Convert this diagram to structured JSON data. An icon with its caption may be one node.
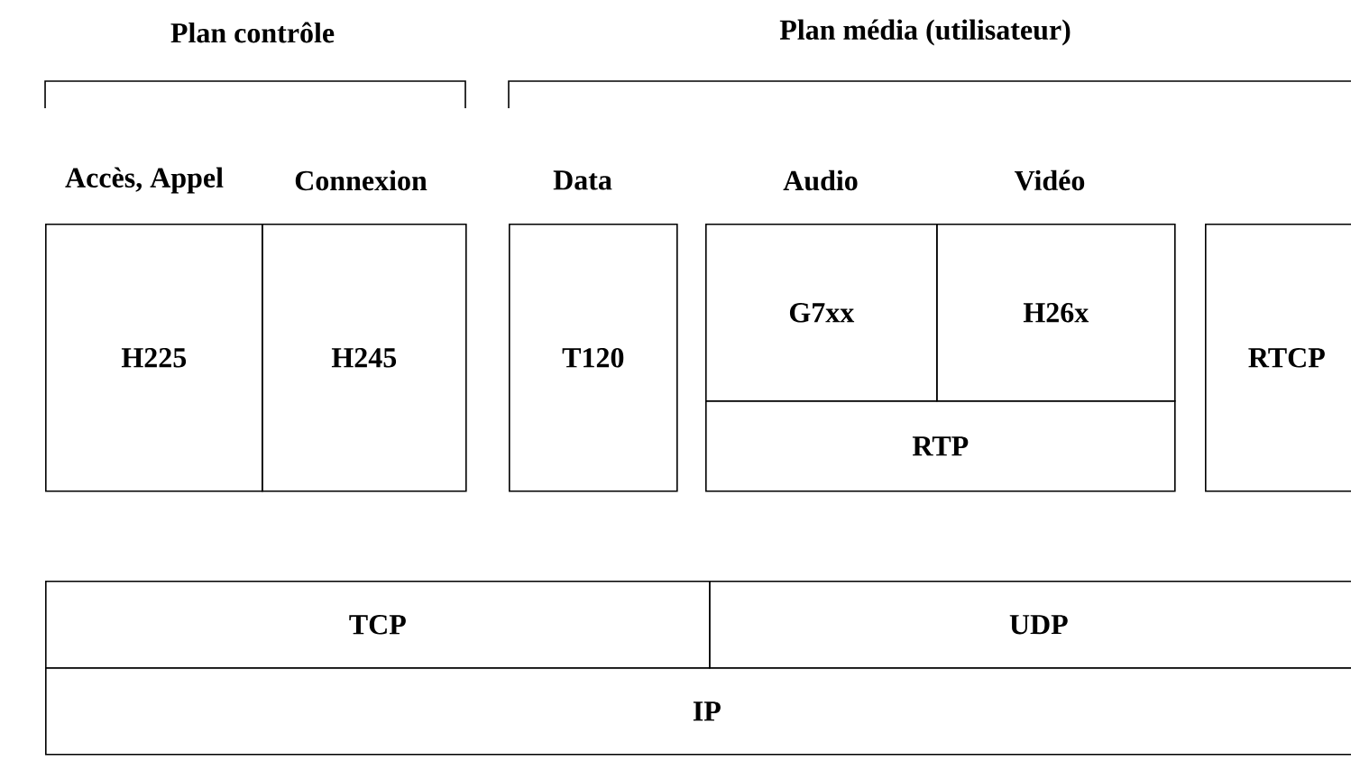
{
  "diagram": {
    "nodes": [
      {
        "text": [
          "H225"
        ]
      },
      {
        "text": [
          "H245"
        ]
      },
      {
        "text": [
          "T120"
        ]
      },
      {
        "text": [
          "G7xx"
        ]
      },
      {
        "text": [
          "H26x"
        ]
      },
      {
        "text": [
          "RTP"
        ]
      },
      {
        "text": [
          "RTCP"
        ]
      },
      {
        "text": [
          "TCP"
        ]
      },
      {
        "text": [
          "UDP"
        ]
      },
      {
        "text": [
          "IP"
        ]
      }
    ],
    "labels": [
      "Plan contrôle",
      "Plan média (utilisateur)",
      "Accès, Appel",
      "Connexion",
      "Data",
      "Audio",
      "Vidéo"
    ]
  }
}
